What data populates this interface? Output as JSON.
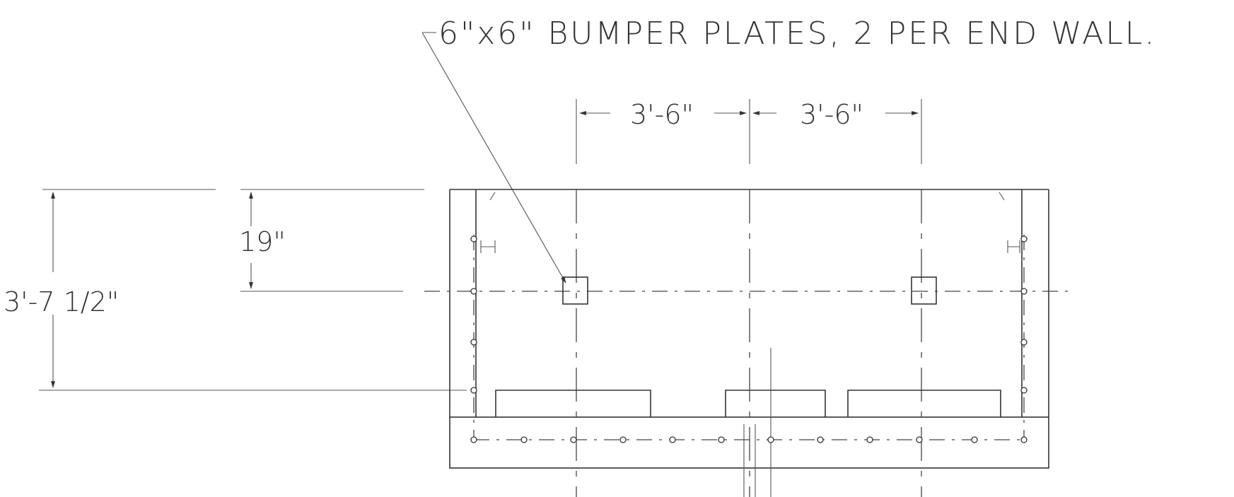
{
  "drawing": {
    "note_label": "6\"x6\" BUMPER PLATES, 2 PER END WALL.",
    "dim_spacing_left": "3'-6\"",
    "dim_spacing_right": "3'-6\"",
    "dim_height_partial": "19\"",
    "dim_height_total": "3'-7 1/2\""
  }
}
